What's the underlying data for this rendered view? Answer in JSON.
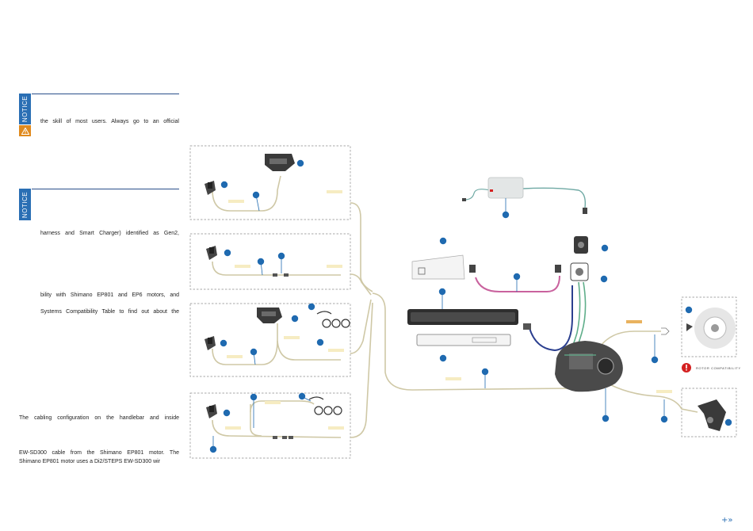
{
  "notices": [
    {
      "label": "NOTICE"
    },
    {
      "label": "NOTICE"
    }
  ],
  "paragraphs": [
    "the skill of most users. Always go to an official",
    "harness and Smart Charger) identified as Gen2,",
    "bility with Shimano EP801 and EP6 motors, and",
    "Systems Compatibility Table to find out about the",
    "The cabling configuration on the handlebar and inside",
    "EW-SD300 cable from the Shimano EP801 motor. The",
    "Shimano EP801 motor uses a Di2/STEPS EW-SD300 wir"
  ],
  "rotor": {
    "label": "ROTOR COMPATIBILITY"
  },
  "navigation": {
    "next_label": "+»"
  },
  "colors": {
    "accent_blue": "#1f6ab0",
    "notice_blue": "#2a6fb4",
    "warning_orange": "#e08a1e",
    "alert_red": "#d42020",
    "cable_beige": "#cfc8a6",
    "cable_pink": "#c9629e",
    "cable_navy": "#2b3f8f",
    "cable_green": "#5fae8a",
    "cable_teal": "#6fa9a4",
    "label_tag_yellow": "#f6ecc2",
    "label_tag_orange": "#e9b25f"
  },
  "icons": [
    "warning-triangle-icon",
    "shifter-icon",
    "display-icon",
    "remote-icon",
    "charger-icon",
    "battery-icon",
    "motor-icon",
    "derailleur-icon",
    "speed-sensor-icon",
    "brake-rotor-icon",
    "alert-icon",
    "next-page-icon"
  ]
}
